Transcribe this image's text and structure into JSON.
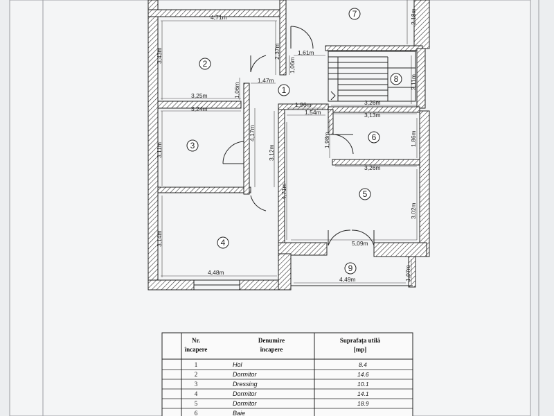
{
  "plan": {
    "dimensions": {
      "d1": "4,71m",
      "d2": "3,43m",
      "d3": "2,37m",
      "d4": "1,06m",
      "d5": "1,61m",
      "d6": "1,47m",
      "d7": "1,06m",
      "d8": "3,25m",
      "d9": "3,24m",
      "d10": "1,96m",
      "d11": "1,54m",
      "d12": "3,26m",
      "d13": "3,13m",
      "d14": "2,11m",
      "d15": "2,18m",
      "d16": "3,11m",
      "d17": "4,17m",
      "d18": "3,12m",
      "d19": "1,98m",
      "d20": "1,86m",
      "d21": "3,26m",
      "d22": "4,71m",
      "d23": "3,02m",
      "d24": "3,14m",
      "d25": "5,09m",
      "d26": "4,48m",
      "d27": "4,49m",
      "d28": "1,07m"
    },
    "rooms": {
      "r1": "1",
      "r2": "2",
      "r3": "3",
      "r4": "4",
      "r5": "5",
      "r6": "6",
      "r7": "7",
      "r8": "8",
      "r9": "9"
    }
  },
  "table": {
    "headers": {
      "nr_line1": "Nr.",
      "nr_line2": "încapere",
      "name_line1": "Denumire",
      "name_line2": "încapere",
      "area_line1": "Suprafața utilă",
      "area_line2": "[mp]"
    },
    "rows": [
      {
        "nr": "1",
        "name": "Hol",
        "area": "8.4"
      },
      {
        "nr": "2",
        "name": "Dormitor",
        "area": "14.6"
      },
      {
        "nr": "3",
        "name": "Dressing",
        "area": "10.1"
      },
      {
        "nr": "4",
        "name": "Dormitor",
        "area": "14.1"
      },
      {
        "nr": "5",
        "name": "Dormitor",
        "area": "18.9"
      },
      {
        "nr": "6",
        "name": "Baie",
        "area": ""
      }
    ]
  }
}
